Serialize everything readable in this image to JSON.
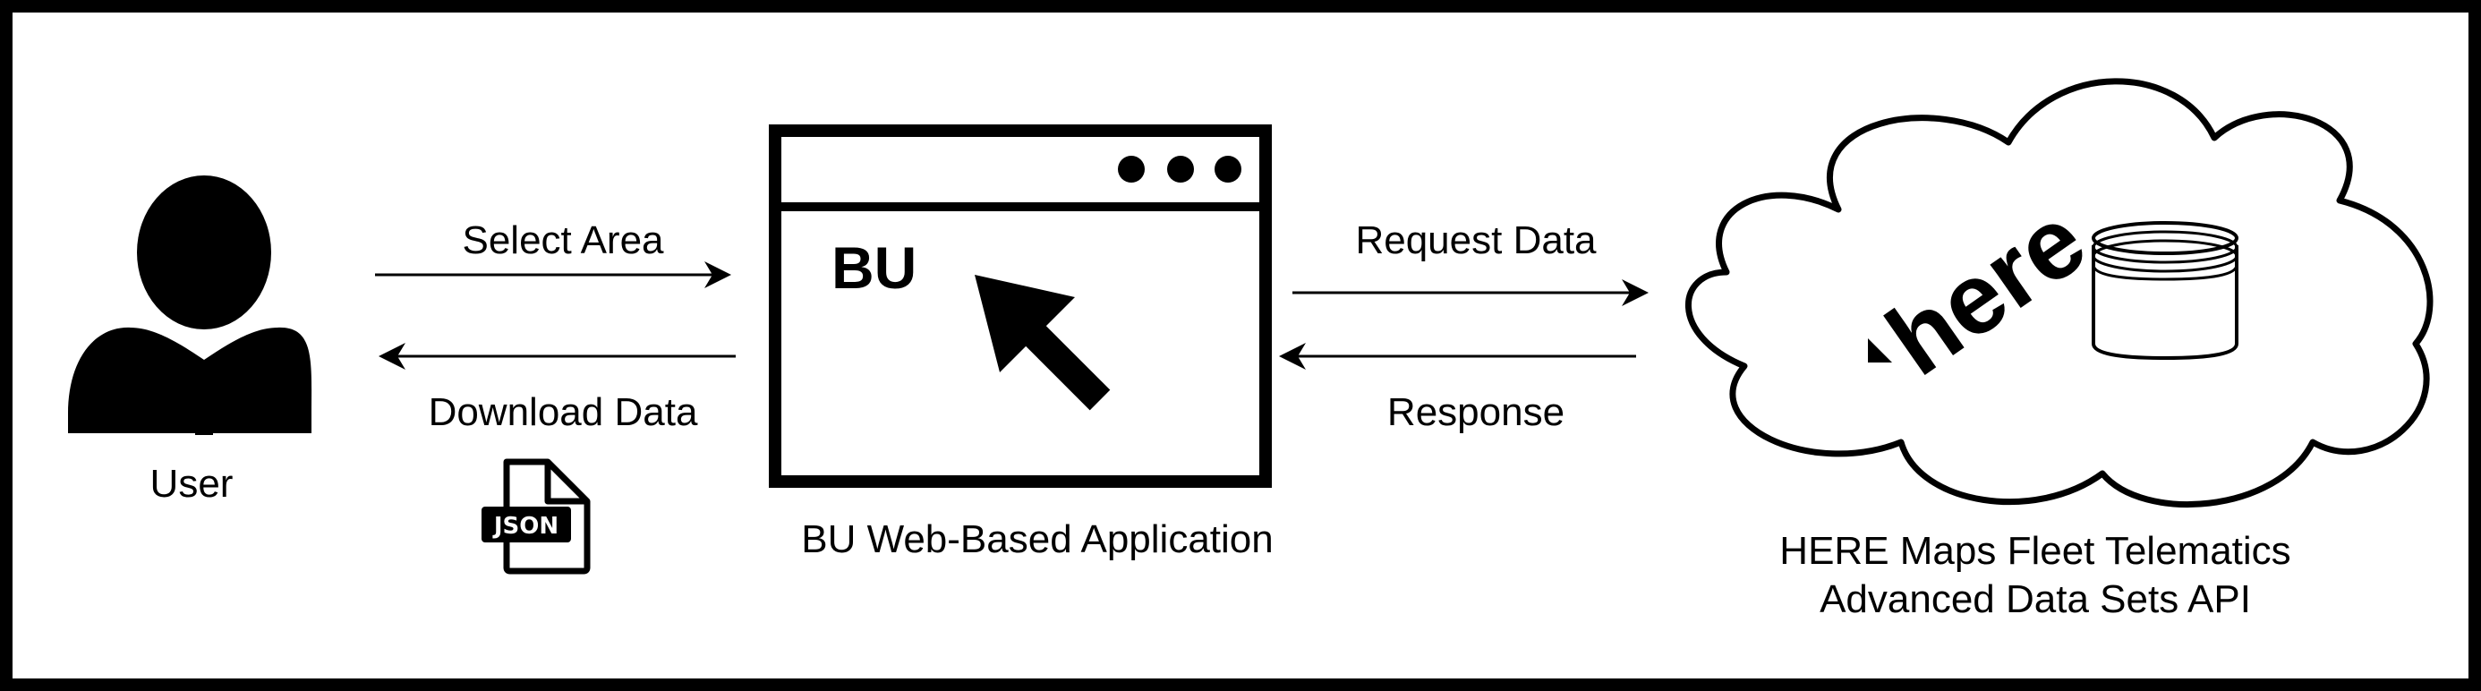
{
  "labels": {
    "user": "User",
    "select_area": "Select Area",
    "download_data": "Download Data",
    "app": "BU Web-Based Application",
    "request_data": "Request Data",
    "response": "Response",
    "api_line1": "HERE Maps Fleet Telematics",
    "api_line2": "Advanced Data Sets API"
  },
  "icons": {
    "json_file": "JSON",
    "app_window": "BU",
    "here_logo": "here"
  },
  "colors": {
    "stroke": "#000000",
    "background": "#ffffff"
  }
}
